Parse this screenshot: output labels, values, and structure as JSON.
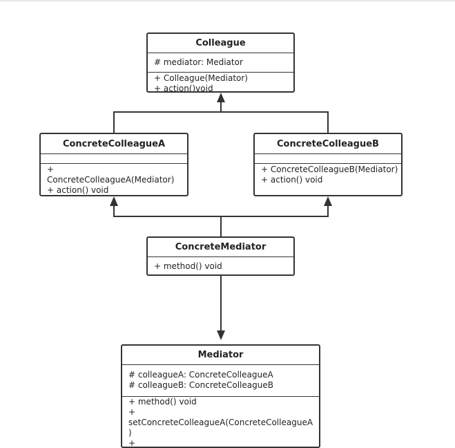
{
  "classes": {
    "colleague": {
      "name": "Colleague",
      "attributes": [
        "# mediator: Mediator"
      ],
      "methods": [
        "+ Colleague(Mediator)",
        "+ action()void"
      ]
    },
    "concrete_colleague_a": {
      "name": "ConcreteColleagueA",
      "attributes": [],
      "methods": [
        "+",
        "ConcreteColleagueA(Mediator)",
        "+ action() void"
      ]
    },
    "concrete_colleague_b": {
      "name": "ConcreteColleagueB",
      "attributes": [],
      "methods": [
        "+ ConcreteColleagueB(Mediator)",
        "+ action() void"
      ]
    },
    "concrete_mediator": {
      "name": "ConcreteMediator",
      "methods": [
        "+ method() void"
      ]
    },
    "mediator": {
      "name": "Mediator",
      "attributes": [
        "# colleagueA: ConcreteColleagueA",
        "# colleagueB: ConcreteColleagueB"
      ],
      "methods": [
        "+ method() void",
        "+",
        "setConcreteColleagueA(ConcreteColleagueA",
        ")",
        "+"
      ]
    }
  }
}
